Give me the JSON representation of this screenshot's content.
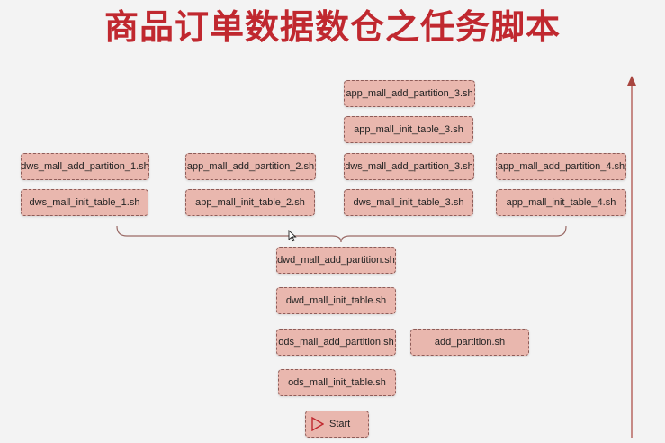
{
  "title": "商品订单数据数仓之任务脚本",
  "boxes": {
    "app3_partition": "app_mall_add_partition_3.sh",
    "app3_init": "app_mall_init_table_3.sh",
    "dws1_partition": "dws_mall_add_partition_1.sh",
    "dws1_init": "dws_mall_init_table_1.sh",
    "app2_partition": "app_mall_add_partition_2.sh",
    "app2_init": "app_mall_init_table_2.sh",
    "dws3_partition": "dws_mall_add_partition_3.sh",
    "dws3_init": "dws_mall_init_table_3.sh",
    "app4_partition": "app_mall_add_partition_4.sh",
    "app4_init": "app_mall_init_table_4.sh",
    "dwd_partition": "dwd_mall_add_partition.sh",
    "dwd_init": "dwd_mall_init_table.sh",
    "ods_partition": "ods_mall_add_partition.sh",
    "ods_init": "ods_mall_init_table.sh",
    "add_partition": "add_partition.sh",
    "start": "Start"
  },
  "colors": {
    "title": "#c0282f",
    "box_fill": "#e9b7ae",
    "box_border": "#8e5c58",
    "brace": "#9a6a66",
    "arrow": "#a8453f"
  }
}
